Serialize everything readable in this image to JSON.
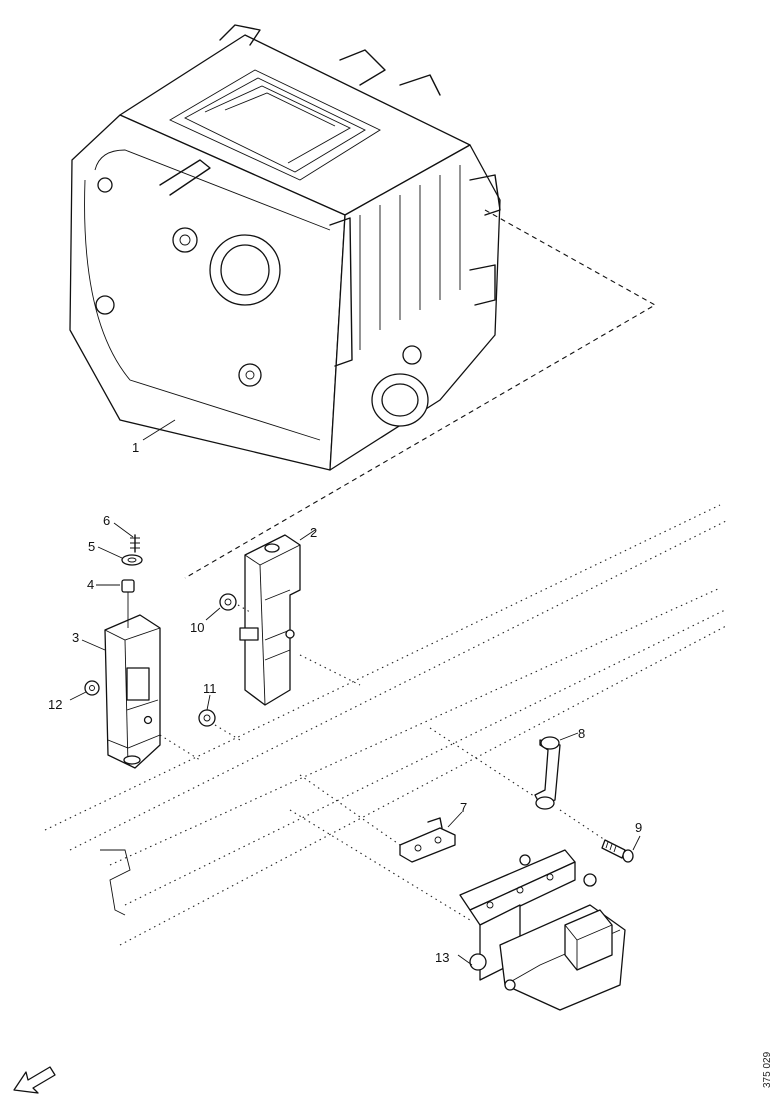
{
  "callouts": [
    "1",
    "2",
    "3",
    "4",
    "5",
    "6",
    "7",
    "8",
    "9",
    "10",
    "11",
    "12",
    "13"
  ],
  "reference": "375 029",
  "icons": {
    "direction_arrow": "arrow-down-left-icon"
  }
}
